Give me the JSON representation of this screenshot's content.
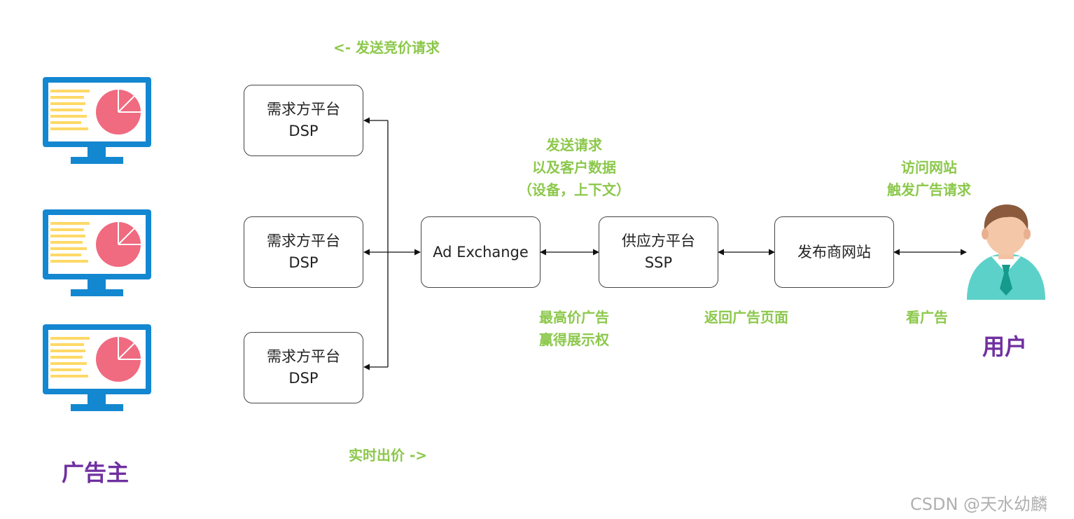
{
  "nodes": {
    "dsp_top": {
      "line1": "需求方平台",
      "line2": "DSP"
    },
    "dsp_mid": {
      "line1": "需求方平台",
      "line2": "DSP"
    },
    "dsp_bot": {
      "line1": "需求方平台",
      "line2": "DSP"
    },
    "adx": {
      "label": "Ad Exchange"
    },
    "ssp": {
      "line1": "供应方平台",
      "line2": "SSP"
    },
    "publisher": {
      "label": "发布商网站"
    }
  },
  "notes": {
    "send_bid_request": "<- 发送竞价请求",
    "realtime_bid": "实时出价 ->",
    "send_request": [
      "发送请求",
      "以及客户数据",
      "（设备，上下文）"
    ],
    "highest_bid": [
      "最高价广告",
      "赢得展示权"
    ],
    "return_page": "返回广告页面",
    "visit_site": [
      "访问网站",
      "触发广告请求"
    ],
    "view_ad": "看广告"
  },
  "labels": {
    "advertiser": "广告主",
    "user": "用户"
  },
  "watermark": "CSDN @天水幼麟",
  "colors": {
    "note_green": "#8cc84b",
    "label_purple": "#7030a0",
    "monitor_blue": "#1487d1",
    "chart_pink": "#f06a80",
    "text_lines_yellow": "#ffd966",
    "user_shirt": "#5cd1c9",
    "user_tie": "#159a8c",
    "user_hair": "#8b5a3c"
  },
  "icons": [
    "monitor-icon",
    "monitor-icon",
    "monitor-icon",
    "user-avatar-icon"
  ]
}
